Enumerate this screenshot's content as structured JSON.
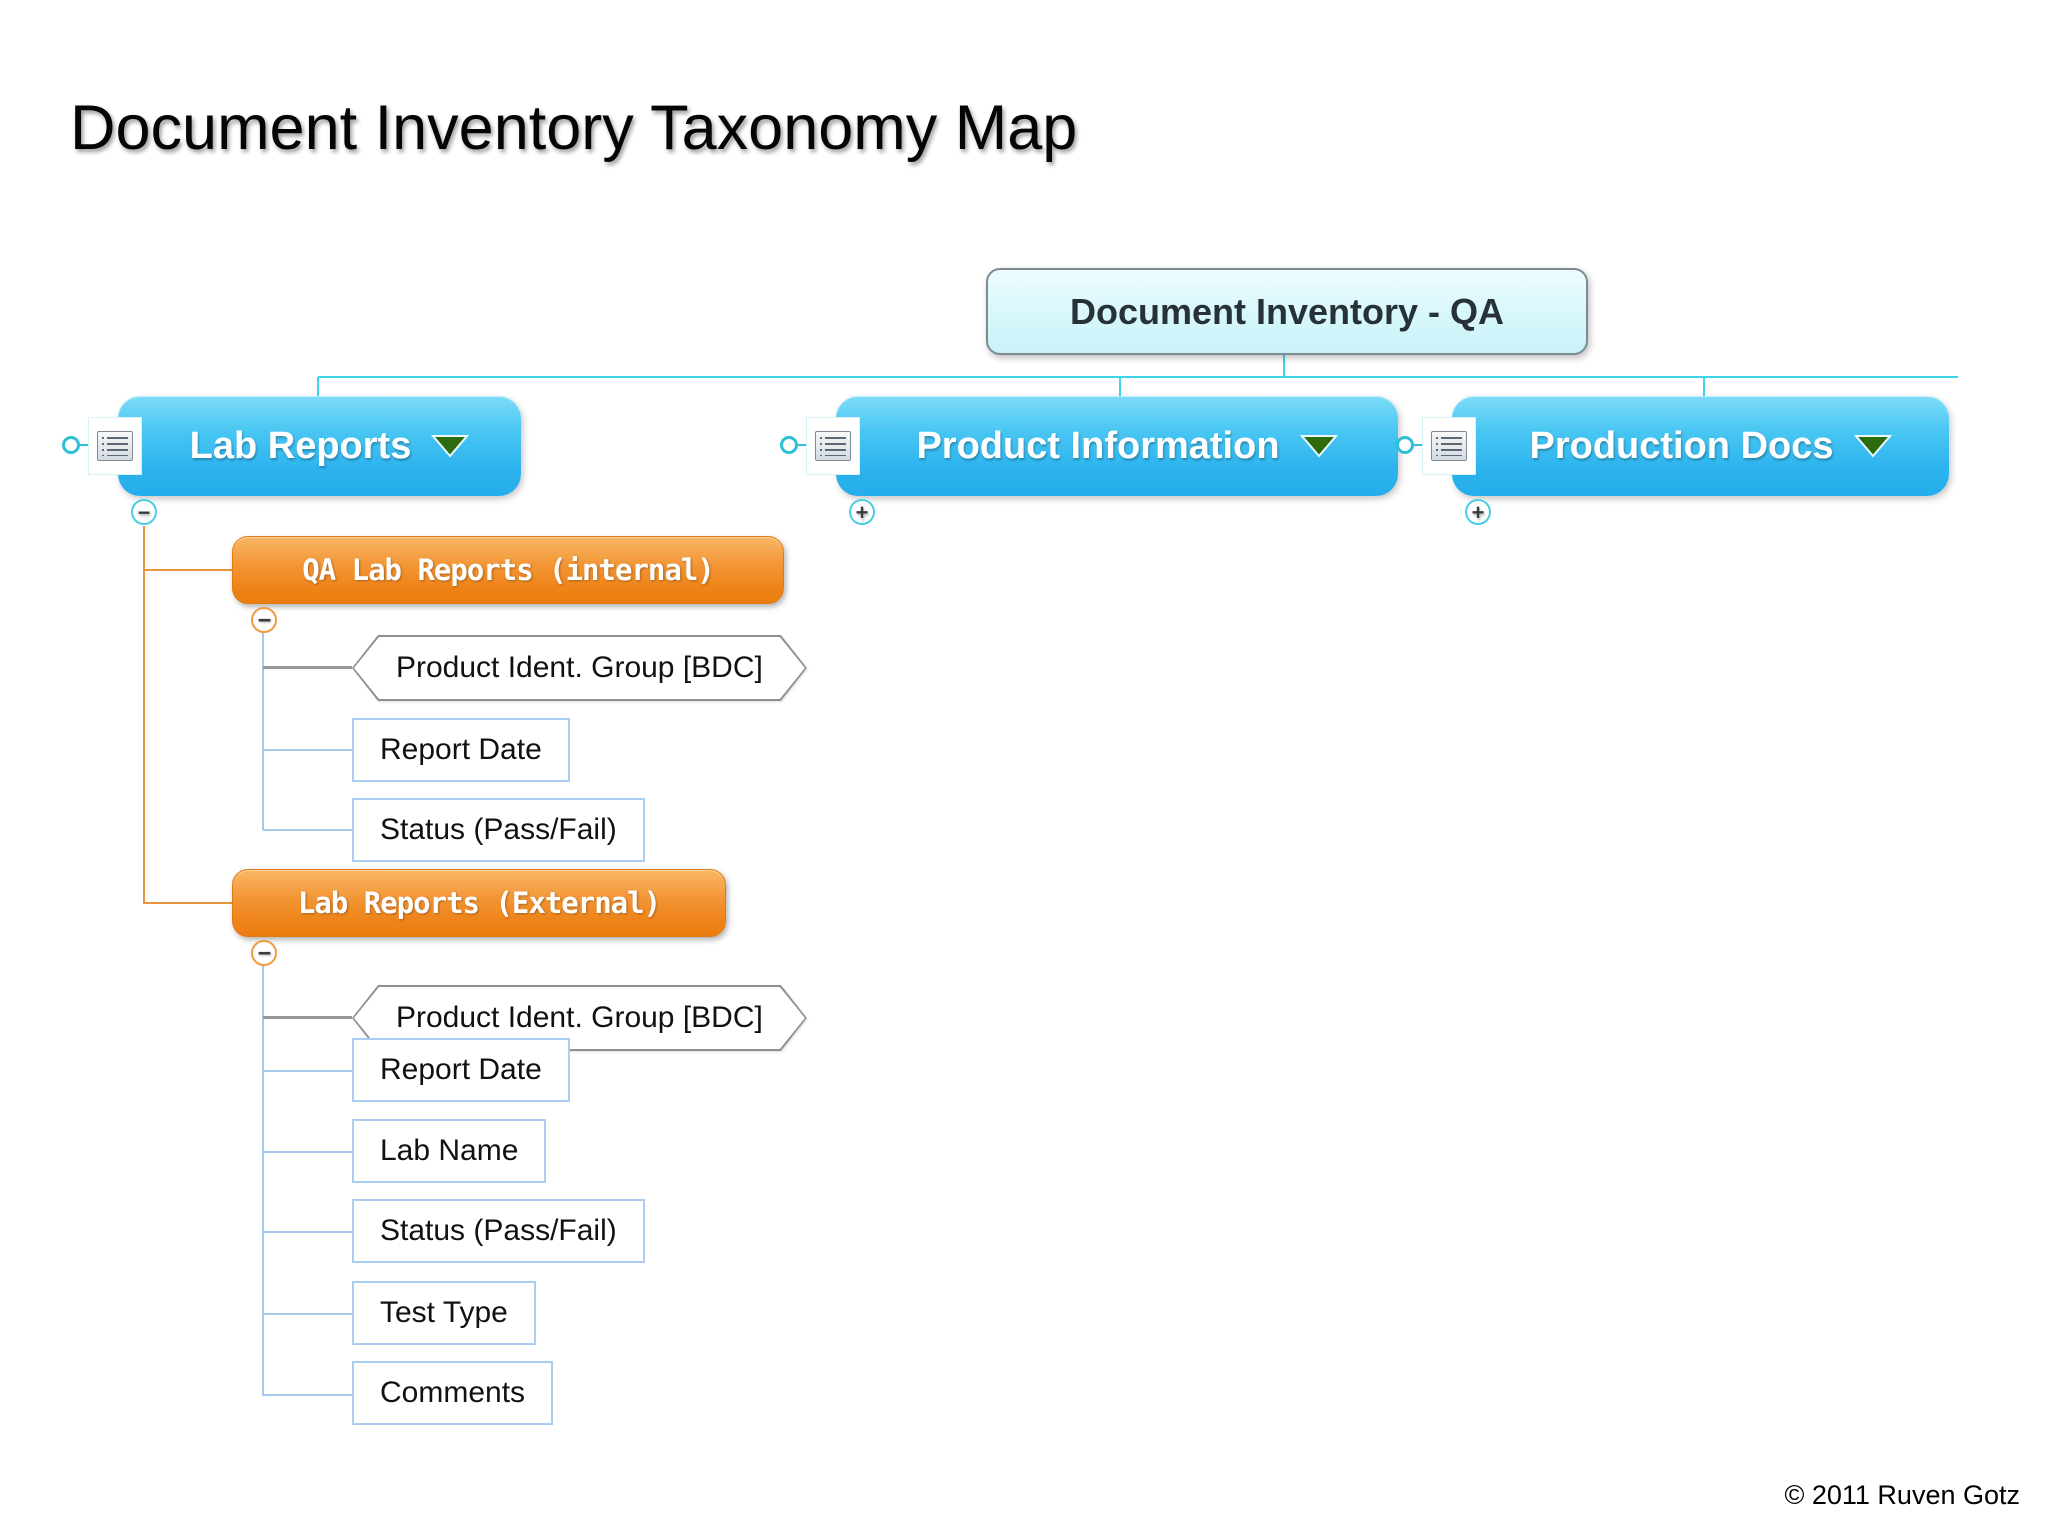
{
  "page": {
    "title": "Document Inventory Taxonomy Map",
    "copyright": "© 2011 Ruven Gotz"
  },
  "root": {
    "label": "Document Inventory - QA"
  },
  "branches": [
    {
      "label": "Lab Reports",
      "expander": "−",
      "icon": "list-document-icon"
    },
    {
      "label": "Product Information",
      "expander": "+",
      "icon": "list-document-icon"
    },
    {
      "label": "Production Docs",
      "expander": "+",
      "icon": "list-document-icon"
    }
  ],
  "lab_children": [
    {
      "label": "QA Lab Reports (internal)",
      "expander": "−",
      "fields": [
        {
          "label": "Product Ident. Group [BDC]",
          "shape": "hexagon"
        },
        {
          "label": "Report Date",
          "shape": "rect"
        },
        {
          "label": "Status (Pass/Fail)",
          "shape": "rect"
        }
      ]
    },
    {
      "label": "Lab Reports (External)",
      "expander": "−",
      "fields": [
        {
          "label": "Product Ident. Group [BDC]",
          "shape": "hexagon"
        },
        {
          "label": "Report Date",
          "shape": "rect"
        },
        {
          "label": "Lab Name",
          "shape": "rect"
        },
        {
          "label": "Status (Pass/Fail)",
          "shape": "rect"
        },
        {
          "label": "Test Type",
          "shape": "rect"
        },
        {
          "label": "Comments",
          "shape": "rect"
        }
      ]
    }
  ],
  "colors": {
    "branch_blue": "#2db4ee",
    "root_fill": "#d7f7fb",
    "orange": "#f08c24",
    "connector_cyan": "#3fd5e9",
    "connector_light_blue": "#a6c9ea",
    "connector_gray": "#989898",
    "connector_orange": "#ea953e",
    "arrow_green": "#2e6b0d"
  }
}
